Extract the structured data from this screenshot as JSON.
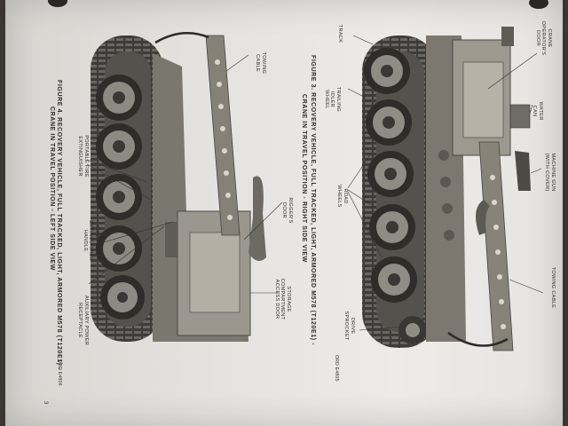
{
  "page_number": "3",
  "figure3": {
    "caption_line1": "FIGURE 3.  RECOVERY VEHICLE, FULL TRACKED, LIGHT, ARMORED M578 (T120E1) -",
    "caption_line2": "CRANE IN TRAVEL POSITION - RIGHT SIDE VIEW",
    "ord_number": "ORD E4805",
    "labels": {
      "track": "TRACK",
      "trailing_idler_wheel": "TRAILING IDLER WHEEL",
      "road_wheels": "ROAD WHEELS",
      "drive_sprocket": "DRIVE SPROCKET",
      "crane_operators_door": "CRANE OPERATOR'S DOOR",
      "water_can": "WATER CAN",
      "machine_gun_with_cover": "MACHINE GUN (WITH COVER)",
      "towing_cable": "TOWING CABLE"
    }
  },
  "figure4": {
    "caption_line1": "FIGURE 4.  RECOVERY VEHICLE, FULL TRACKED, LIGHT, ARMORED M578 (T120E1) -",
    "caption_line2": "CRANE IN TRAVEL POSITION - LEFT SIDE VIEW",
    "ord_number": "ORD E4806",
    "labels": {
      "towing_cable": "TOWING CABLE",
      "portable_fire_extinguisher": "PORTABLE FIRE EXTINGUISHER",
      "fixed_fire_extinguisher_handle": "FIXED FIRE EXTINGUISHER HANDLE",
      "auxiliary_power_receptacle": "AUXILIARY POWER RECEPTACLE",
      "riggers_door": "RIGGER'S DOOR",
      "storage_compartment_access_door": "STORAGE COMPARTMENT ACCESS DOOR"
    }
  }
}
